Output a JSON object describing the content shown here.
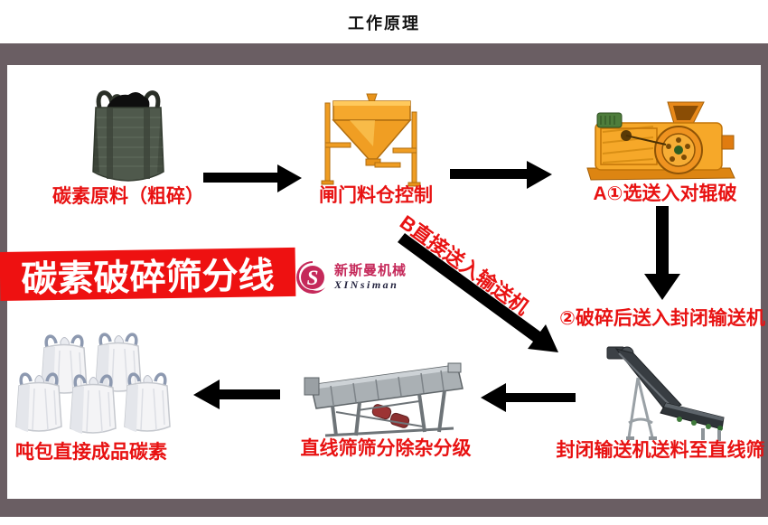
{
  "title": "工作原理",
  "banner": {
    "text": "碳素破碎筛分线",
    "bg": "#ee1111",
    "text_color": "#ffffff"
  },
  "logo": {
    "mark": "S",
    "cn": "新斯曼机械",
    "en": "XINsiman",
    "accent": "#c5295a"
  },
  "colors": {
    "frame": "#6a5e63",
    "label": "#e81212",
    "arrow": "#000000",
    "machine_orange": "#f5a829"
  },
  "steps": {
    "raw": {
      "label": "碳素原料（粗碎）",
      "image": "dark-ton-bag"
    },
    "hopper": {
      "label": "闸门料仓控制",
      "image": "gate-hopper"
    },
    "crusher": {
      "label": "A①选送入对辊破",
      "image": "roller-crusher"
    },
    "after_crush": {
      "label": "②破碎后送入封闭输送机"
    },
    "branch_b": {
      "label": "B直接送入输送机"
    },
    "conveyor": {
      "label": "封闭输送机送料至直线筛",
      "image": "inclined-conveyor"
    },
    "screen": {
      "label": "直线筛筛分除杂分级",
      "image": "linear-vibrating-screen"
    },
    "finished": {
      "label": "吨包直接成品碳素",
      "image": "white-ton-bags"
    }
  }
}
